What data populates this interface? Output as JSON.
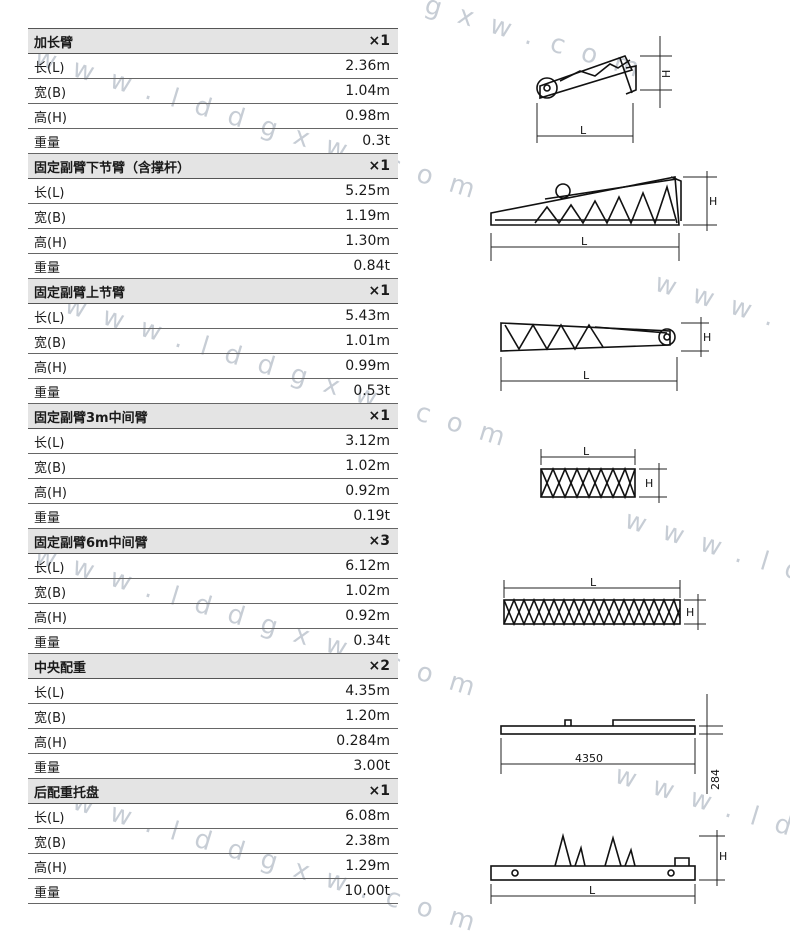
{
  "sections": [
    {
      "title": "加长臂",
      "qty": "×1",
      "rows": [
        {
          "label": "长(L)",
          "value": "2.36m"
        },
        {
          "label": "宽(B)",
          "value": "1.04m"
        },
        {
          "label": "高(H)",
          "value": "0.98m"
        },
        {
          "label": "重量",
          "value": "0.3t"
        }
      ]
    },
    {
      "title": "固定副臂下节臂（含撑杆）",
      "qty": "×1",
      "rows": [
        {
          "label": "长(L)",
          "value": "5.25m"
        },
        {
          "label": "宽(B)",
          "value": "1.19m"
        },
        {
          "label": "高(H)",
          "value": "1.30m"
        },
        {
          "label": "重量",
          "value": "0.84t"
        }
      ]
    },
    {
      "title": "固定副臂上节臂",
      "qty": "×1",
      "rows": [
        {
          "label": "长(L)",
          "value": "5.43m"
        },
        {
          "label": "宽(B)",
          "value": "1.01m"
        },
        {
          "label": "高(H)",
          "value": "0.99m"
        },
        {
          "label": "重量",
          "value": "0.53t"
        }
      ]
    },
    {
      "title": "固定副臂3m中间臂",
      "qty": "×1",
      "rows": [
        {
          "label": "长(L)",
          "value": "3.12m"
        },
        {
          "label": "宽(B)",
          "value": "1.02m"
        },
        {
          "label": "高(H)",
          "value": "0.92m"
        },
        {
          "label": "重量",
          "value": "0.19t"
        }
      ]
    },
    {
      "title": "固定副臂6m中间臂",
      "qty": "×3",
      "rows": [
        {
          "label": "长(L)",
          "value": "6.12m"
        },
        {
          "label": "宽(B)",
          "value": "1.02m"
        },
        {
          "label": "高(H)",
          "value": "0.92m"
        },
        {
          "label": "重量",
          "value": "0.34t"
        }
      ]
    },
    {
      "title": "中央配重",
      "qty": "×2",
      "rows": [
        {
          "label": "长(L)",
          "value": "4.35m"
        },
        {
          "label": "宽(B)",
          "value": "1.20m"
        },
        {
          "label": "高(H)",
          "value": "0.284m"
        },
        {
          "label": "重量",
          "value": "3.00t"
        }
      ]
    },
    {
      "title": "后配重托盘",
      "qty": "×1",
      "rows": [
        {
          "label": "长(L)",
          "value": "6.08m"
        },
        {
          "label": "宽(B)",
          "value": "2.38m"
        },
        {
          "label": "高(H)",
          "value": "1.29m"
        },
        {
          "label": "重量",
          "value": "10.00t"
        }
      ]
    }
  ],
  "diagram_labels": {
    "L": "L",
    "H": "H",
    "length_4350": "4350",
    "height_284": "284"
  },
  "watermark": {
    "text_a": "www.lddgxw.com",
    "text_b": "gxw.com",
    "text_c": "www.ld",
    "text_d": "www.l",
    "text_e": "www.ld"
  }
}
